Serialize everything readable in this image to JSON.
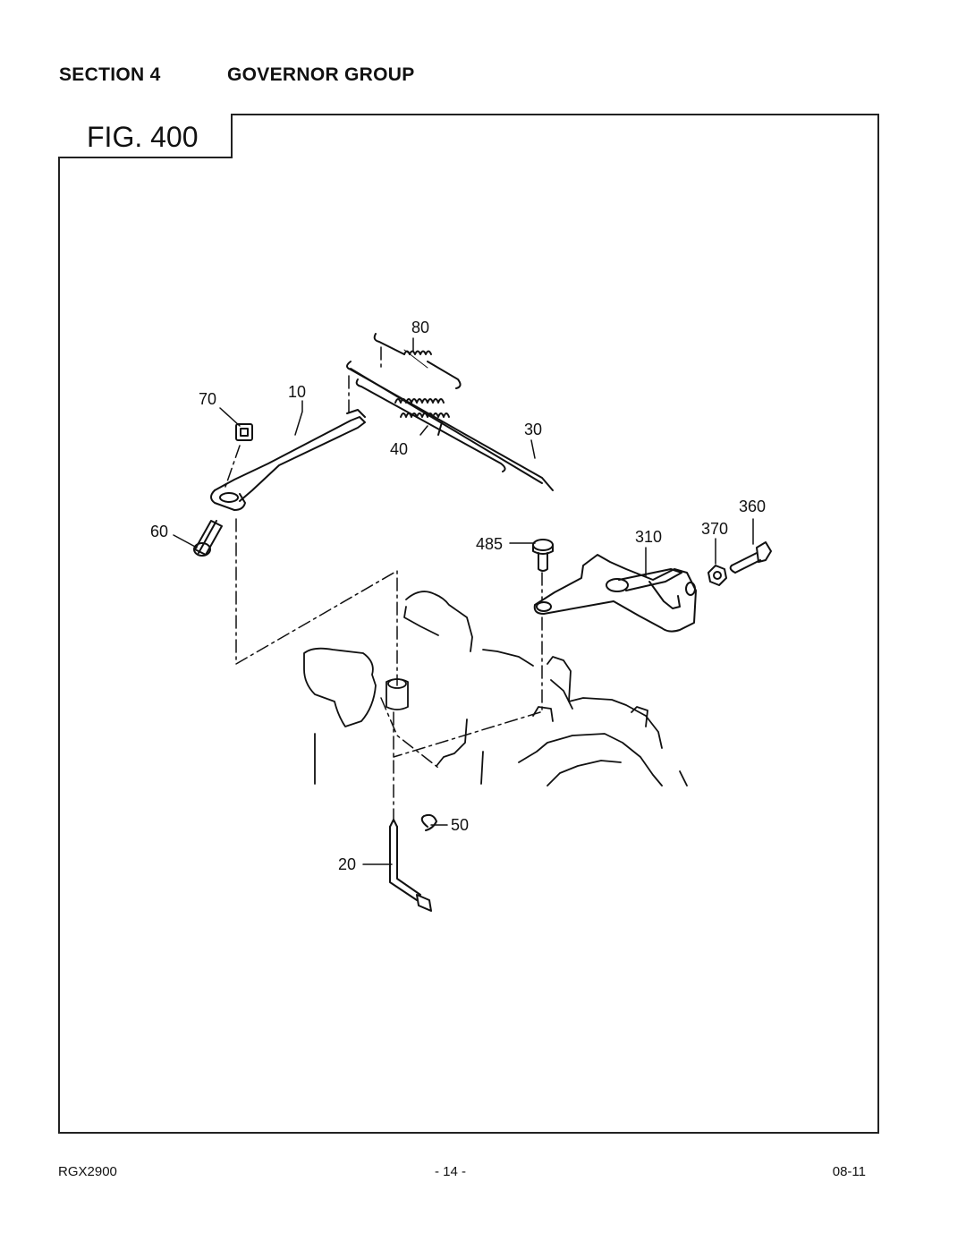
{
  "header": {
    "section": "SECTION 4",
    "title": "GOVERNOR GROUP"
  },
  "figure": {
    "label": "FIG. 400",
    "callouts": {
      "c10": "10",
      "c20": "20",
      "c30": "30",
      "c40": "40",
      "c50": "50",
      "c60": "60",
      "c70": "70",
      "c80": "80",
      "c310": "310",
      "c360": "360",
      "c370": "370",
      "c485": "485"
    }
  },
  "footer": {
    "model": "RGX2900",
    "page": "- 14 -",
    "date": "08-11"
  }
}
